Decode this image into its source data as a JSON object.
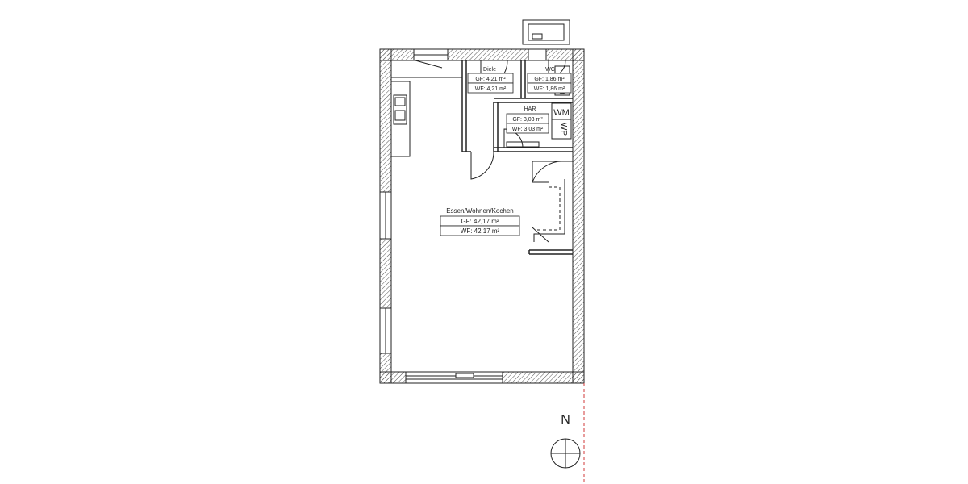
{
  "colors": {
    "line": "#222222",
    "hatch": "#555555",
    "property_line": "#d23a3a",
    "background": "#ffffff"
  },
  "rooms": {
    "diele": {
      "name": "Diele",
      "gf": "GF: 4,21 m²",
      "wf": "WF: 4,21 m²"
    },
    "wc": {
      "name": "WC",
      "gf": "GF: 1,86 m²",
      "wf": "WF: 1,86 m²"
    },
    "har": {
      "name": "HAR",
      "gf": "GF: 3,03 m²",
      "wf": "WF: 3,03 m²"
    },
    "living": {
      "name": "Essen/Wohnen/Kochen",
      "gf": "GF: 42,17 m²",
      "wf": "WF: 42,17 m²"
    }
  },
  "appliances": {
    "wm": "WM",
    "wp": "WP"
  },
  "north_label": "N",
  "icons": {
    "compass": "compass-icon",
    "stove": "stove-icon",
    "door_swing": "door-swing-icon"
  }
}
